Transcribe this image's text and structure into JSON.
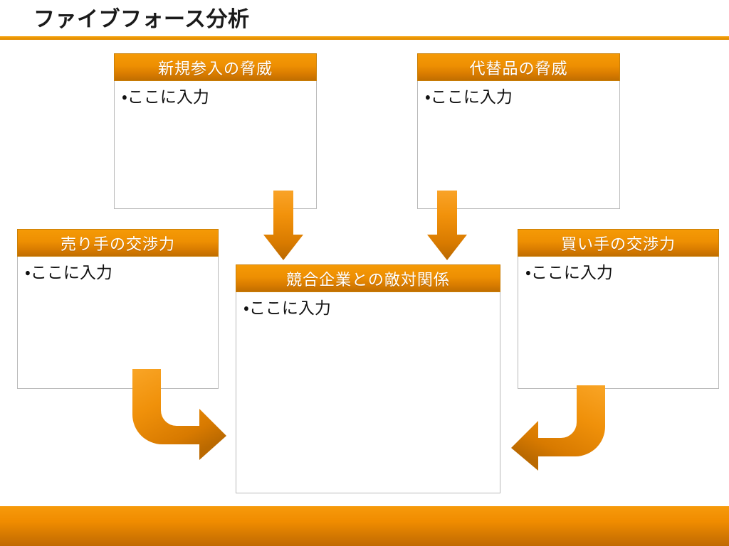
{
  "slide": {
    "title": "ファイブフォース分析",
    "accent_color": "#F08C00",
    "accent_dark": "#C06A02",
    "header_text_color": "#FFFFFF",
    "body_text_color": "#111111",
    "box_border_color": "#B9B9B9",
    "background_color": "#FFFFFF"
  },
  "forces": [
    {
      "id": "new-entrants",
      "title": "新規参入の脅威",
      "body": "・ここに入力"
    },
    {
      "id": "substitutes",
      "title": "代替品の脅威",
      "body": "・ここに入力"
    },
    {
      "id": "supplier-power",
      "title": "売り手の交渉力",
      "body": "・ここに入力"
    },
    {
      "id": "buyer-power",
      "title": "買い手の交渉力",
      "body": "・ここに入力"
    },
    {
      "id": "rivalry",
      "title": "競合企業との敵対関係",
      "body": "・ここに入力"
    }
  ],
  "arrows": [
    {
      "id": "new-entrants-to-rivalry",
      "direction": "down"
    },
    {
      "id": "substitutes-to-rivalry",
      "direction": "down"
    },
    {
      "id": "supplier-to-rivalry",
      "direction": "down-right-bent"
    },
    {
      "id": "buyer-to-rivalry",
      "direction": "down-left-bent"
    }
  ]
}
